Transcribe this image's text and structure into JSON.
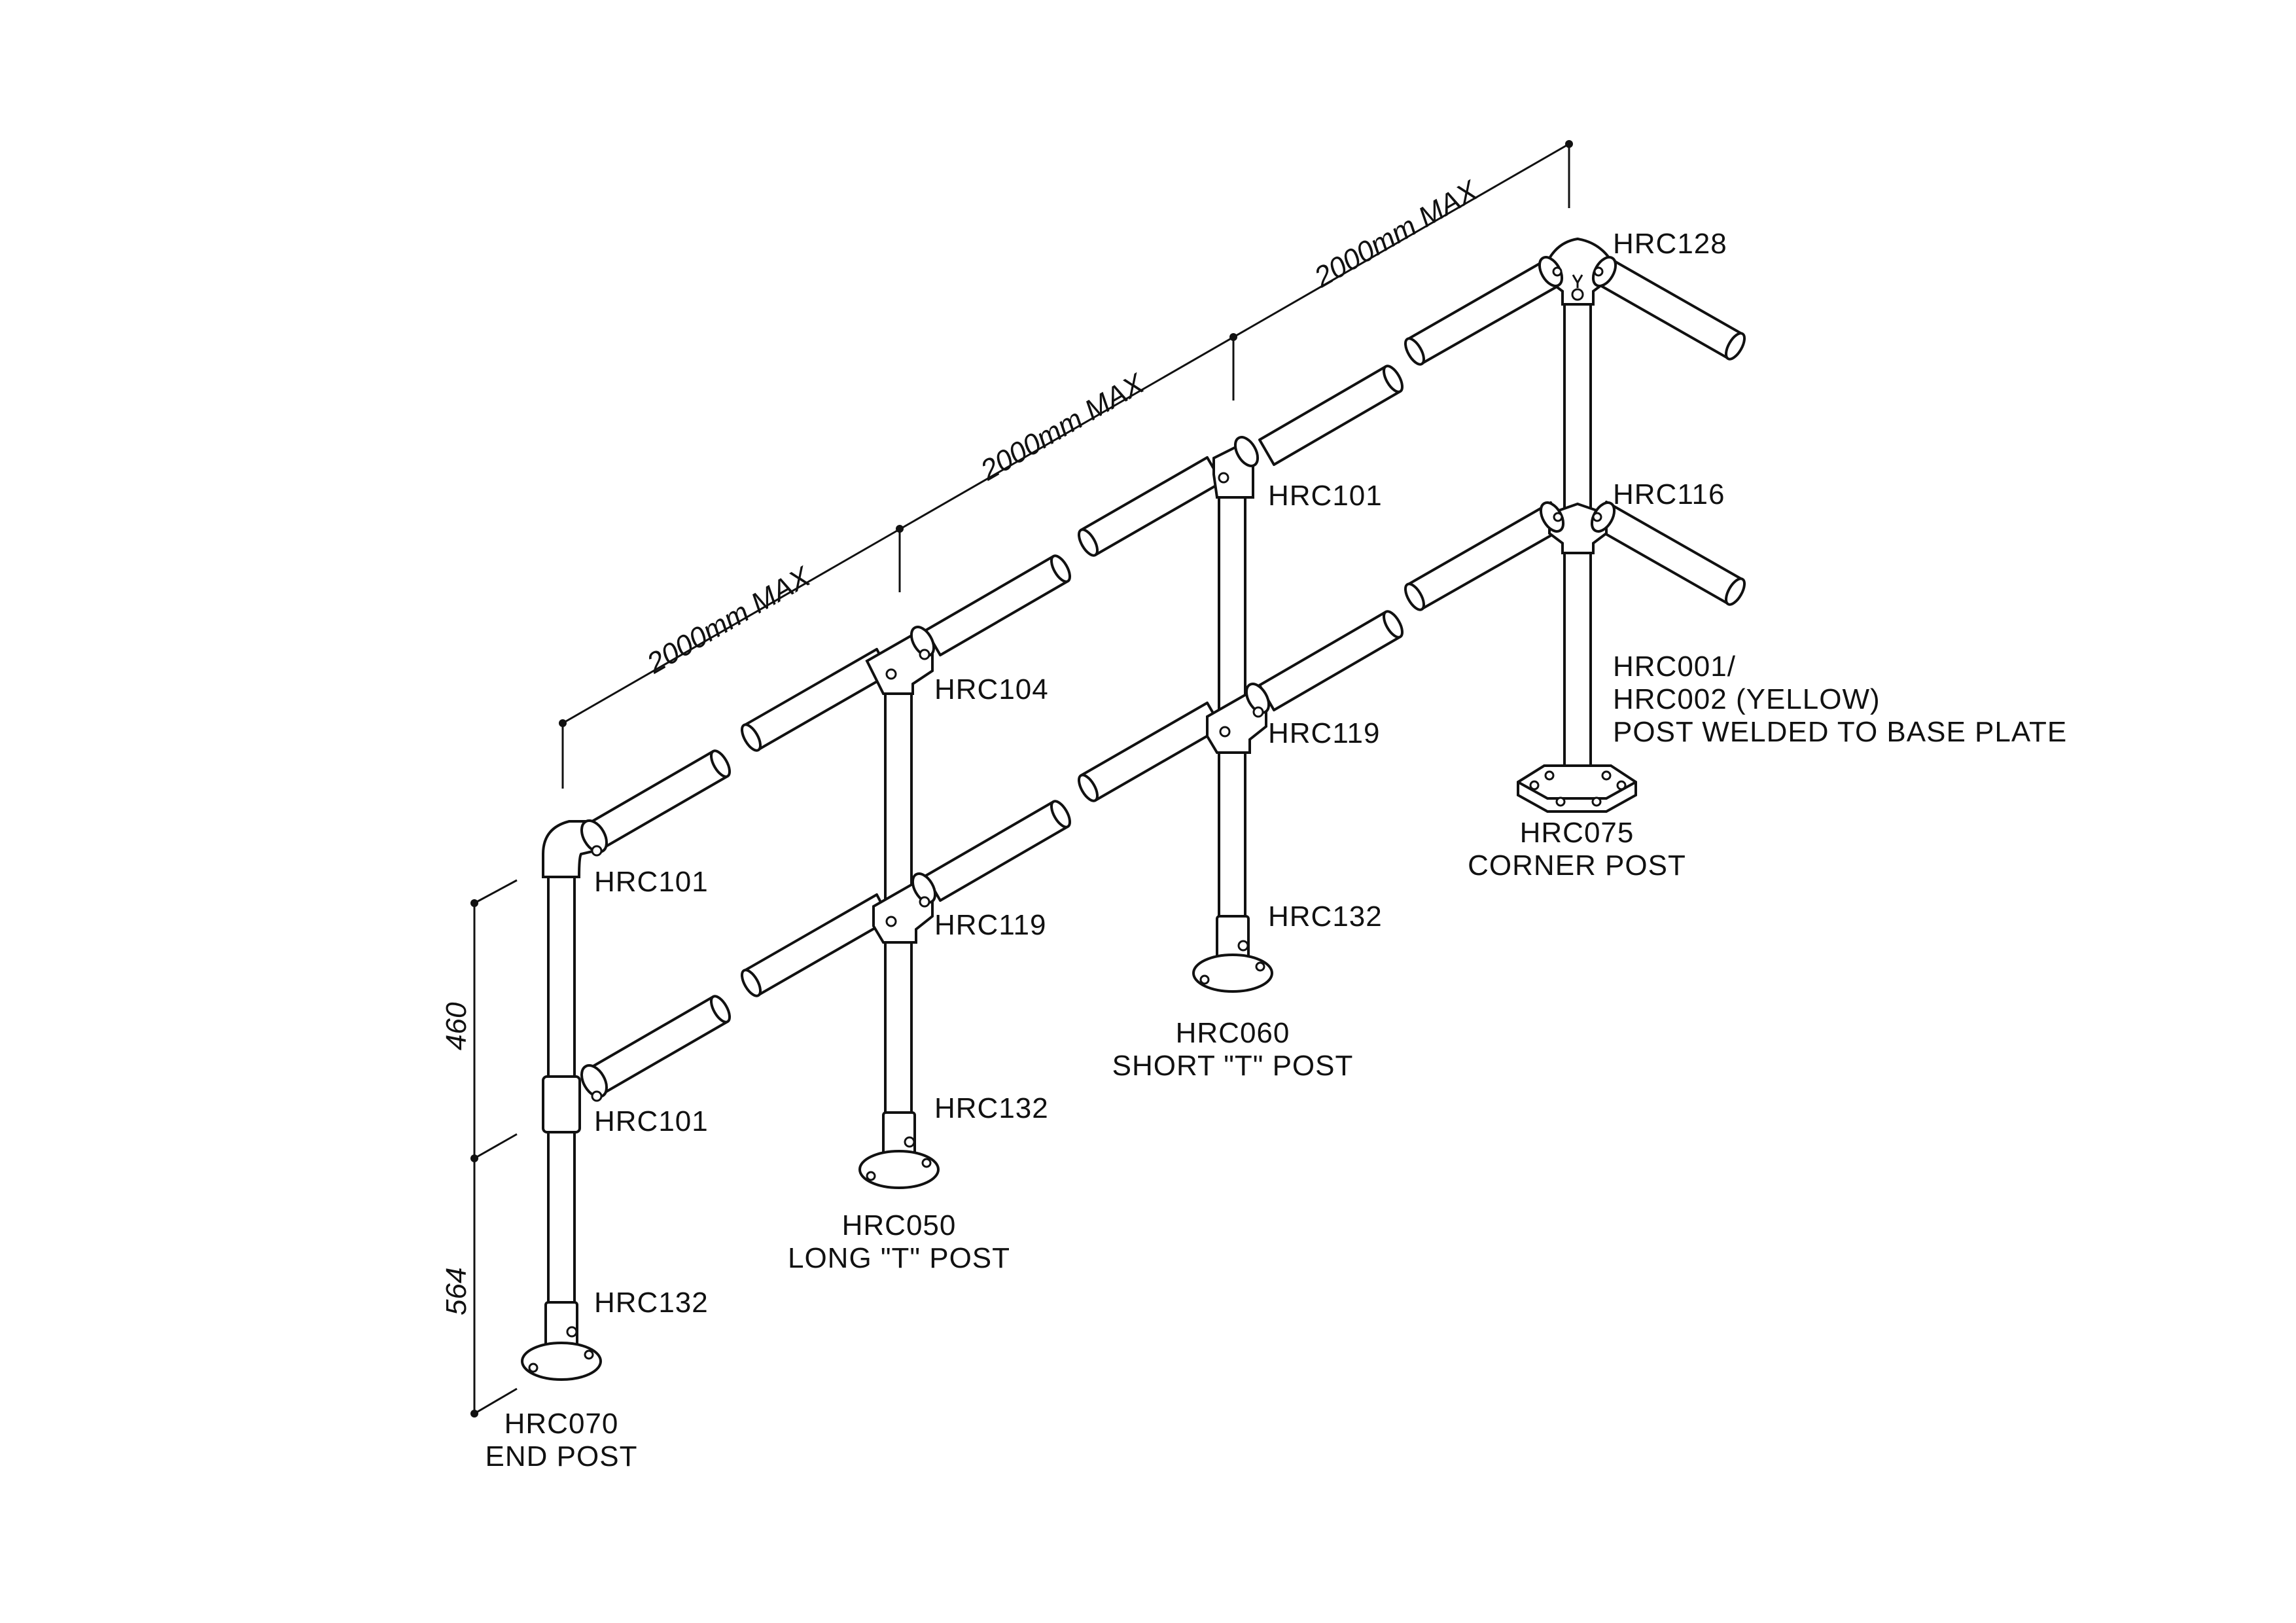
{
  "dimensions": {
    "span_1": "2000mm MAX",
    "span_2": "2000mm MAX",
    "span_3": "2000mm MAX",
    "upper_height": "460",
    "lower_height": "564"
  },
  "labels": {
    "end_post_top_fitting": "HRC101",
    "end_post_mid_fitting": "HRC101",
    "end_post_base_fitting": "HRC132",
    "end_post_name_line1": "HRC070",
    "end_post_name_line2": "END POST",
    "long_post_top_fitting": "HRC104",
    "long_post_mid_fitting": "HRC119",
    "long_post_base_fitting": "HRC132",
    "long_post_name_line1": "HRC050",
    "long_post_name_line2": "LONG \"T\" POST",
    "short_post_top_fitting": "HRC101",
    "short_post_mid_fitting": "HRC119",
    "short_post_base_fitting": "HRC132",
    "short_post_name_line1": "HRC060",
    "short_post_name_line2": "SHORT \"T\" POST",
    "corner_top_fitting": "HRC128",
    "corner_mid_fitting": "HRC116",
    "corner_tube_line1": "HRC001/",
    "corner_tube_line2": "HRC002 (YELLOW)",
    "corner_tube_line3": "POST WELDED TO BASE PLATE",
    "corner_post_name_line1": "HRC075",
    "corner_post_name_line2": "CORNER POST"
  }
}
